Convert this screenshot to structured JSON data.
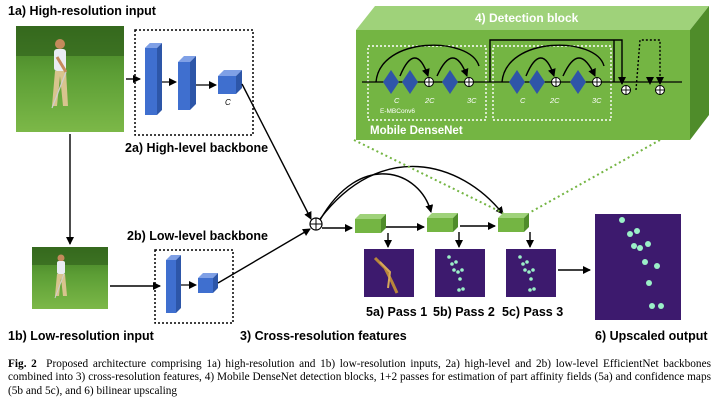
{
  "labels": {
    "hr_input": "1a) High-resolution input",
    "lr_input": "1b) Low-resolution input",
    "hl_backbone": "2a) High-level backbone",
    "ll_backbone": "2b) Low-level backbone",
    "cross_res": "3) Cross-resolution features",
    "detection_block": "4) Detection block",
    "mobile_densenet": "Mobile DenseNet",
    "embconv": "E-MBConv6",
    "c": "C",
    "c2": "2C",
    "c3": "3C",
    "pass1": "5a) Pass 1",
    "pass2": "5b) Pass 2",
    "pass3": "5c) Pass 3",
    "upscaled": "6) Upscaled output"
  },
  "caption": {
    "fig": "Fig. 2",
    "text": "Proposed architecture comprising 1a) high-resolution and 1b) low-resolution inputs, 2a) high-level and 2b) low-level EfficientNet backbones combined into 3) cross-resolution features, 4) Mobile DenseNet detection blocks, 1+2 passes for estimation of part affinity fields (5a) and confidence maps (5b and 5c), and 6) bilinear upscaling"
  },
  "colors": {
    "block_blue": "#3f6fcf",
    "green": "#74b543",
    "heatmap_bg": "#3d1a6e",
    "keypoint": "#9bf0c8",
    "diamond": "#2f55a8"
  }
}
